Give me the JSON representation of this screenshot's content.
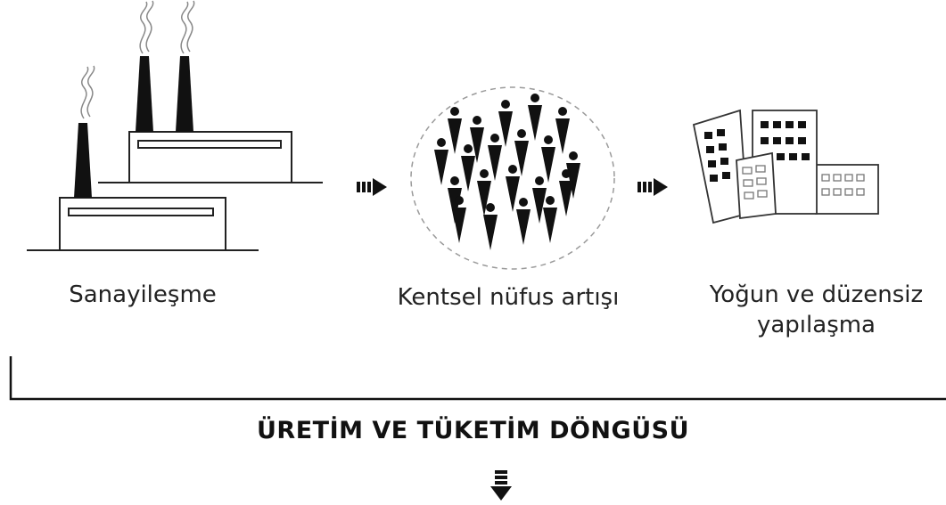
{
  "stages": [
    {
      "icon": "factory-icon",
      "lines": [
        "Sanayileşme"
      ]
    },
    {
      "icon": "crowd-icon",
      "lines": [
        "Kentsel nüfus artışı"
      ]
    },
    {
      "icon": "buildings-icon",
      "lines": [
        "Yoğun ve düzensiz",
        "yapılaşma"
      ]
    }
  ],
  "cycle_title": "ÜRETİM VE TÜKETİM DÖNGÜSÜ",
  "colors": {
    "ink": "#111111",
    "text": "#222222",
    "dashed_circle": "#9a9a9a",
    "window_light": "#7a7a7a"
  }
}
